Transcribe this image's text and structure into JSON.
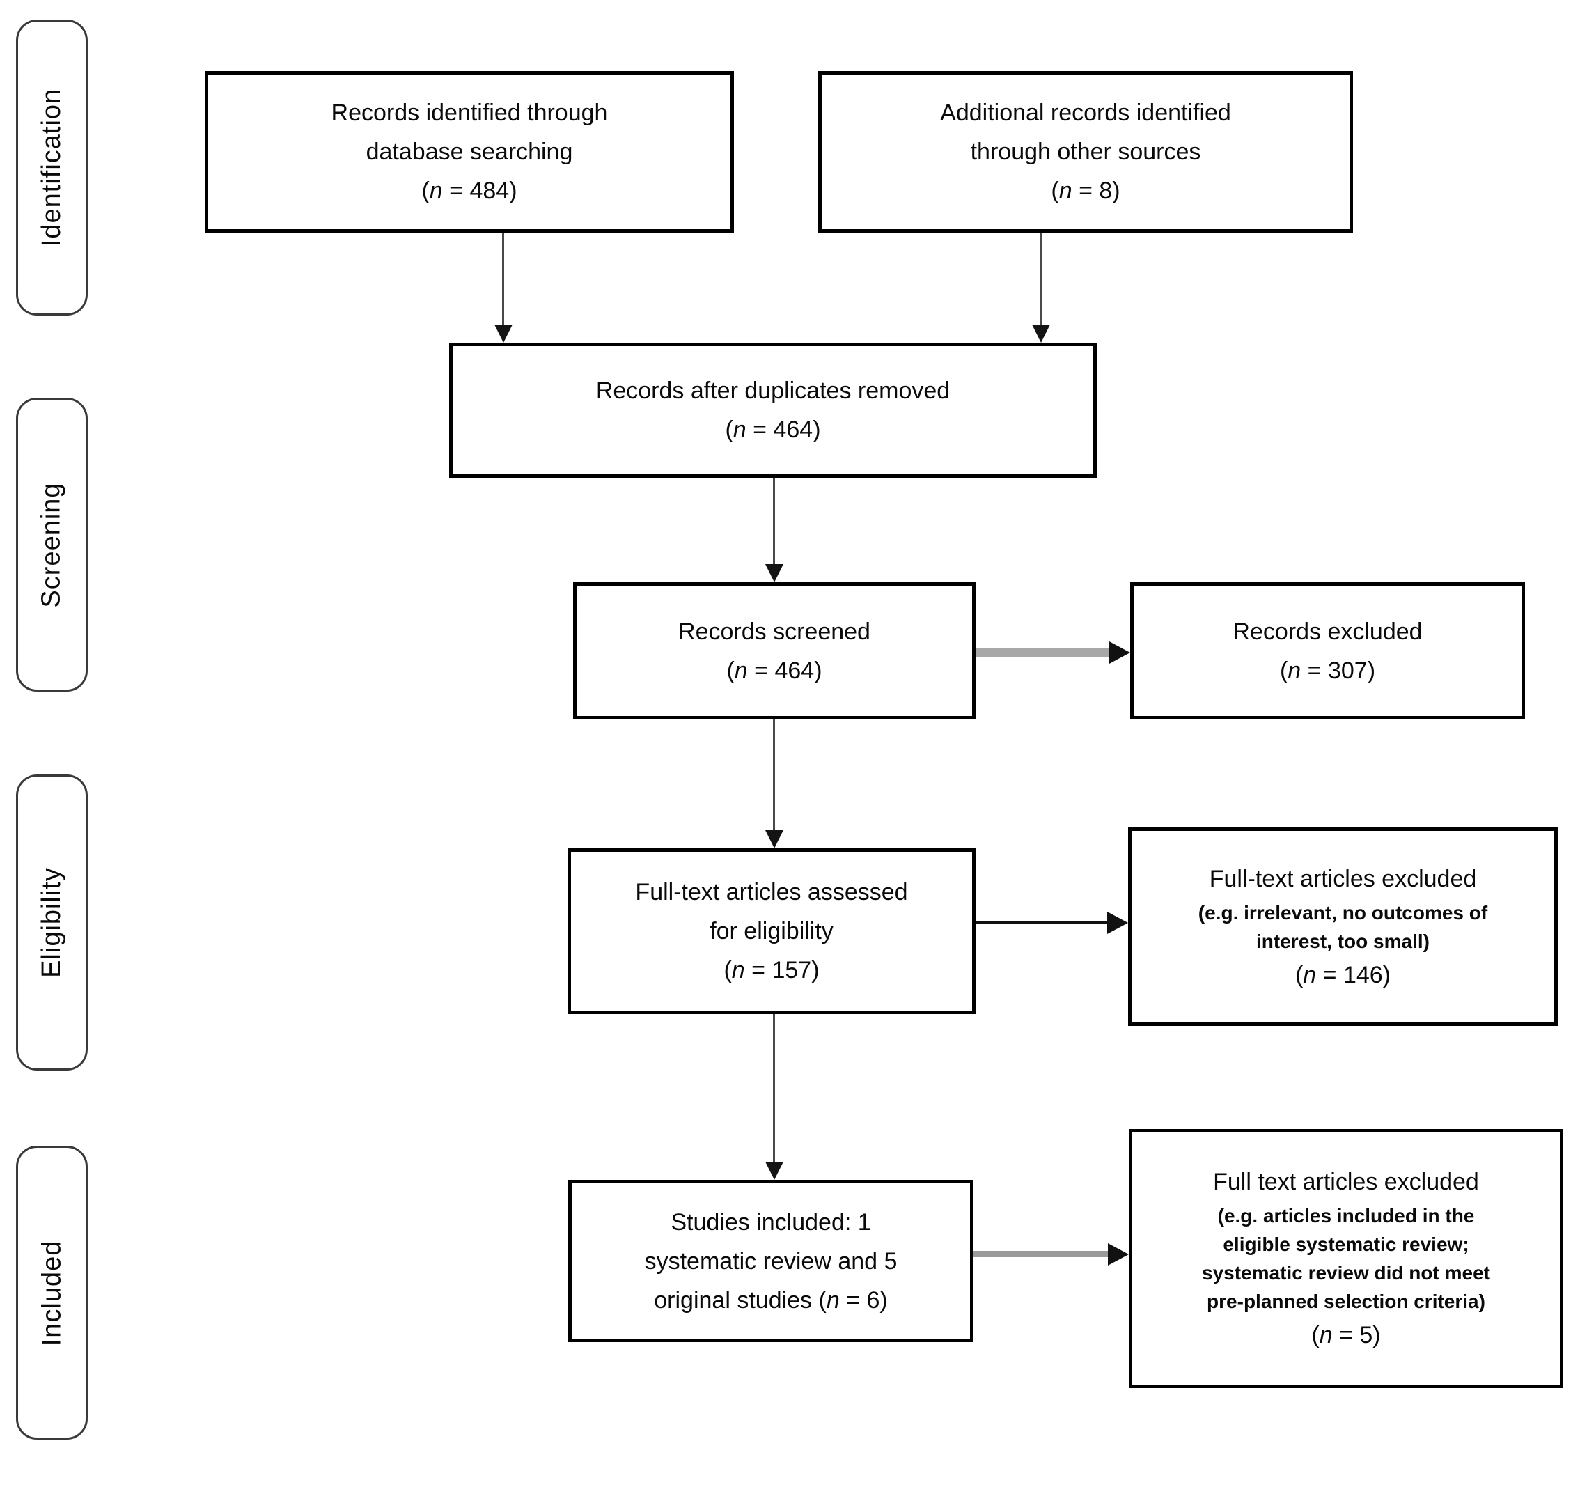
{
  "diagram": {
    "stages": {
      "identification": "Identification",
      "screening": "Screening",
      "eligibility": "Eligibility",
      "included": "Included"
    },
    "boxes": {
      "records_identified": {
        "lines": [
          "Records identified through",
          "database searching"
        ],
        "count_line": "(n = 484)"
      },
      "additional_records": {
        "lines": [
          "Additional records identified",
          "through other sources"
        ],
        "count_line": "(n = 8)"
      },
      "after_duplicates": {
        "lines": [
          "Records after duplicates removed"
        ],
        "count_line": "(n = 464)"
      },
      "records_screened": {
        "lines": [
          "Records screened"
        ],
        "count_line": "(n = 464)"
      },
      "records_excluded": {
        "lines": [
          "Records excluded"
        ],
        "count_line": "(n = 307)"
      },
      "fulltext_assessed": {
        "lines": [
          "Full-text articles assessed",
          "for eligibility"
        ],
        "count_line": "(n = 157)"
      },
      "fulltext_excluded": {
        "title": "Full-text articles excluded",
        "detail_lines": [
          "(e.g. irrelevant, no outcomes of",
          "interest, too small)"
        ],
        "count_line": "(n = 146)"
      },
      "studies_included": {
        "lines": [
          "Studies included: 1",
          "systematic review and 5",
          "original studies (n = 6)"
        ]
      },
      "fulltext_excluded_final": {
        "title": "Full text articles excluded",
        "detail_lines": [
          "(e.g. articles included in the",
          "eligible systematic review;",
          "systematic review did not meet",
          "pre-planned selection criteria)"
        ],
        "count_line": "(n = 5)"
      }
    },
    "colors": {
      "box_border": "#000000",
      "stage_border": "#3a3a3a",
      "arrow_gray": "#a8a8a8",
      "arrow_black": "#111111",
      "text": "#000000"
    }
  }
}
